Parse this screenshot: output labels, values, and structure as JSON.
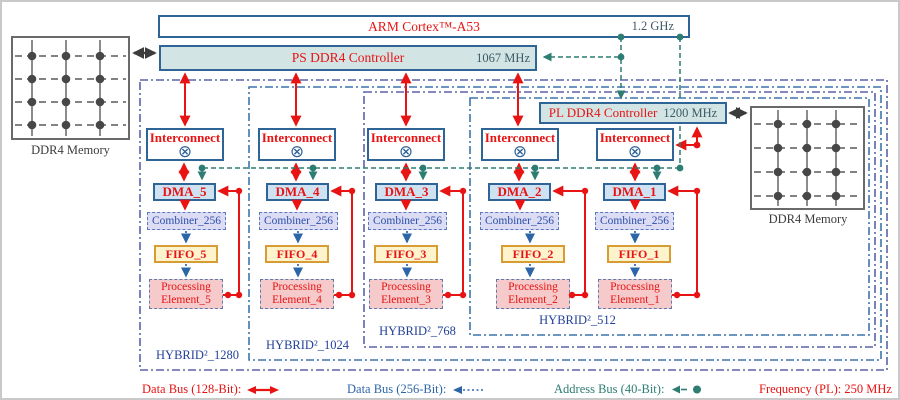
{
  "arm": {
    "label": "ARM Cortex™-A53",
    "freq": "1.2 GHz"
  },
  "controllers": {
    "ps": {
      "label": "PS DDR4 Controller",
      "freq": "1067 MHz"
    },
    "pl": {
      "label": "PL DDR4 Controller",
      "freq": "1200 MHz"
    }
  },
  "memories": {
    "left": "DDR4 Memory",
    "right": "DDR4 Memory"
  },
  "columns": [
    {
      "interconnect": "Interconnect",
      "switch_icon": "⊗",
      "dma": "DMA_5",
      "combiner": "Combiner_256",
      "fifo": "FIFO_5",
      "pe1": "Processing",
      "pe2": "Element_5"
    },
    {
      "interconnect": "Interconnect",
      "switch_icon": "⊗",
      "dma": "DMA_4",
      "combiner": "Combiner_256",
      "fifo": "FIFO_4",
      "pe1": "Processing",
      "pe2": "Element_4"
    },
    {
      "interconnect": "Interconnect",
      "switch_icon": "⊗",
      "dma": "DMA_3",
      "combiner": "Combiner_256",
      "fifo": "FIFO_3",
      "pe1": "Processing",
      "pe2": "Element_3"
    },
    {
      "interconnect": "Interconnect",
      "switch_icon": "⊗",
      "dma": "DMA_2",
      "combiner": "Combiner_256",
      "fifo": "FIFO_2",
      "pe1": "Processing",
      "pe2": "Element_2"
    },
    {
      "interconnect": "Interconnect",
      "switch_icon": "⊗",
      "dma": "DMA_1",
      "combiner": "Combiner_256",
      "fifo": "FIFO_1",
      "pe1": "Processing",
      "pe2": "Element_1"
    }
  ],
  "hybrid_labels": [
    "HYBRID²_1280",
    "HYBRID²_1024",
    "HYBRID²_768",
    "HYBRID²_512"
  ],
  "legend": {
    "data_bus_128": "Data Bus (128-Bit):",
    "data_bus_256": "Data Bus (256-Bit):",
    "address_bus_40": "Address Bus (40-Bit):",
    "frequency": "Frequency (PL): 250 MHz"
  },
  "colors": {
    "red": "#e81313",
    "blue": "#2c66a8",
    "teal": "#2e7d72",
    "box_border": "#2e6496"
  }
}
